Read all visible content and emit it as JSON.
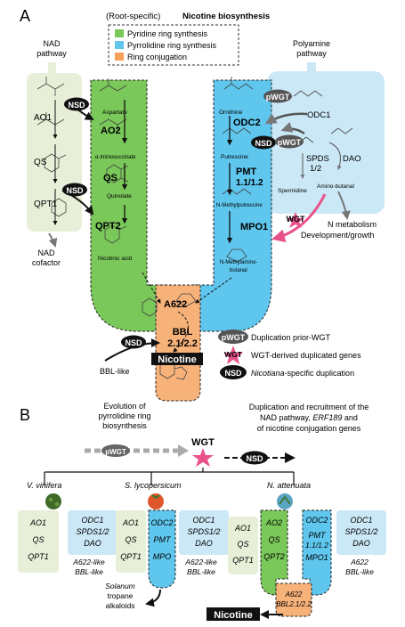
{
  "panel_a": {
    "label": "A",
    "title_prefix": "(Root-specific)",
    "title_main": "Nicotine biosynthesis",
    "legend": [
      {
        "label": "Pyridine ring synthesis",
        "color": "#7ac75a"
      },
      {
        "label": "Pyrrolidine ring synthesis",
        "color": "#5fc6ee"
      },
      {
        "label": "Ring conjugation",
        "color": "#f7a05a"
      }
    ],
    "nad_pathway_line1": "NAD",
    "nad_pathway_line2": "pathway",
    "polyamine_line1": "Polyamine",
    "polyamine_line2": "pathway",
    "nad_cofactor_line1": "NAD",
    "nad_cofactor_line2": "cofactor",
    "enzymes": {
      "ao1": "AO1",
      "qs_left": "QS",
      "qpt1": "QPT1",
      "ao2": "AO2",
      "qs": "QS",
      "qpt2": "QPT2",
      "odc2": "ODC2",
      "pmt_line1": "PMT",
      "pmt_line2": "1.1/1.2",
      "mpo1": "MPO1",
      "odc1": "ODC1",
      "spds_line1": "SPDS",
      "spds_line2": "1/2",
      "dao": "DAO",
      "a622": "A622",
      "bbl_line1": "BBL",
      "bbl_line2": "2.1/2.2",
      "bbl_like": "BBL-like",
      "nicotine": "Nicotine"
    },
    "metabolites": {
      "aspartate": "Aspartate",
      "iminosuccinate": "α-Iminosuccinate",
      "quinolate": "Quinolate",
      "nicotinic_acid": "Nicotinic acid",
      "ornithine": "Ornithine",
      "putrescine": "Putrescine",
      "methylputrescine": "N-Methylputrescine",
      "methylaminobutanal_line1": "N-Methylamino-",
      "methylaminobutanal_line2": "butanal",
      "spermidine": "Spermidine",
      "aminobutanal": "Amino-butanal"
    },
    "n_metabolism_line1": "N metabolism",
    "n_metabolism_line2": "Development/growth",
    "badges": {
      "nsd": "NSD",
      "pwgt": "pWGT",
      "wgt": "WGT"
    },
    "key": [
      {
        "badge": "pWGT",
        "text": "Duplication prior-WGT"
      },
      {
        "badge": "WGT",
        "text": "WGT-derived duplicated genes"
      },
      {
        "badge": "NSD",
        "text_italic": "Nicotiana",
        "text": "-specific duplication"
      }
    ]
  },
  "panel_b": {
    "label": "B",
    "evolution_line1": "Evolution of",
    "evolution_line2": "pyrrolidine ring",
    "evolution_line3": "biosynthesis",
    "pwgt": "pWGT",
    "wgt": "WGT",
    "nsd": "NSD",
    "dup_line1": "Duplication and recruitment of the",
    "dup_line2_a": "NAD pathway, ",
    "dup_line2_b": "ERF189",
    "dup_line2_c": " and",
    "dup_line3": "of nicotine conjugation genes",
    "species": [
      "V. vinifera",
      "S. lycopersicum",
      "N. attenuata"
    ],
    "vinifera": {
      "left": [
        "AO1",
        "QS",
        "QPT1"
      ],
      "right": [
        "ODC1",
        "SPDS1/2",
        "DAO"
      ],
      "bottom": [
        "A622-like",
        "BBL-like"
      ]
    },
    "lycopersicum": {
      "left": [
        "AO1",
        "QS",
        "QPT1"
      ],
      "middle": [
        "ODC2",
        "PMT",
        "MPO"
      ],
      "right": [
        "ODC1",
        "SPDS1/2",
        "DAO"
      ],
      "bottom": [
        "A622-like",
        "BBL-like"
      ],
      "solanum_line1": "Solanum",
      "solanum_line2": "tropane",
      "solanum_line3": "alkaloids"
    },
    "attenuata": {
      "left": [
        "AO1",
        "QS",
        "QPT1"
      ],
      "green": [
        "AO2",
        "QS",
        "QPT2"
      ],
      "blue": [
        "ODC2",
        "PMT",
        "1.1/1.2",
        "MPO1"
      ],
      "right": [
        "ODC1",
        "SPDS1/2",
        "DAO"
      ],
      "bottom": [
        "A622",
        "BBL-like"
      ],
      "conj_line1": "A622",
      "conj_line2": "BBL2.1/2.2",
      "nicotine": "Nicotine"
    }
  }
}
